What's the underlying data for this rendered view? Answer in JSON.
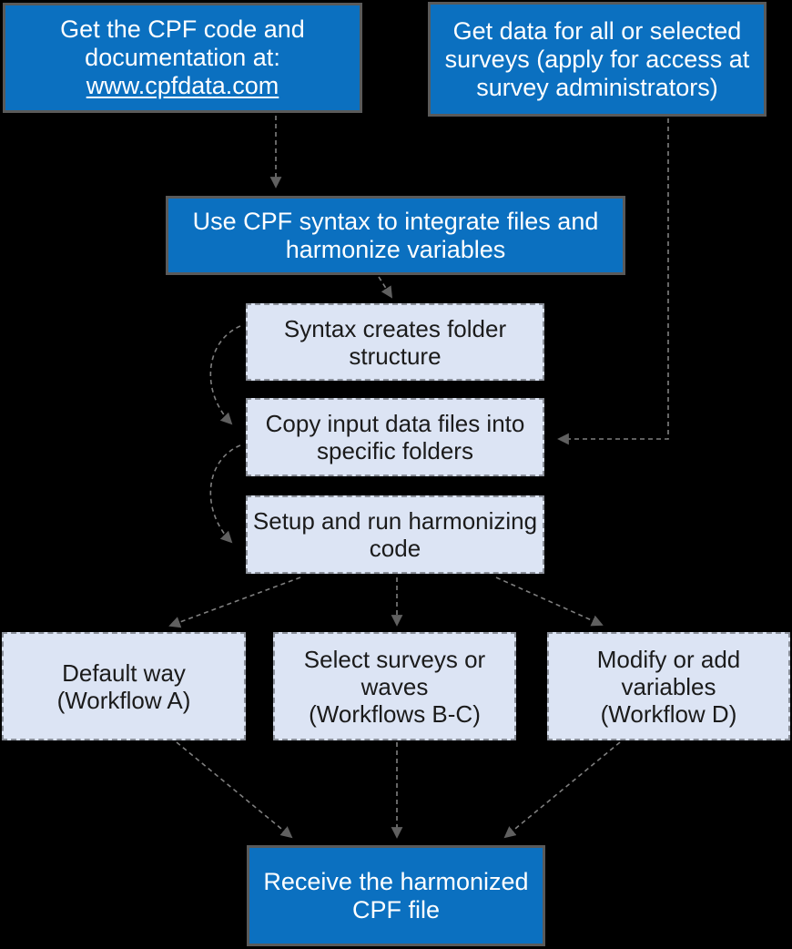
{
  "diagram": {
    "nodes": {
      "cpf_code": {
        "lines": [
          "Get the CPF code and",
          "documentation at:"
        ],
        "link": "www.cpfdata.com"
      },
      "get_data": {
        "lines": [
          "Get data for all or selected",
          "surveys (apply for access at",
          "survey administrators)"
        ]
      },
      "use_syntax": {
        "lines": [
          "Use CPF syntax to integrate files and",
          "harmonize variables"
        ]
      },
      "folder_structure": {
        "lines": [
          "Syntax creates folder",
          "structure"
        ]
      },
      "copy_files": {
        "lines": [
          "Copy input data files into",
          "specific folders"
        ]
      },
      "setup_run": {
        "lines": [
          "Setup and run harmonizing",
          "code"
        ]
      },
      "default_way": {
        "lines": [
          "Default way",
          "(Workflow A)"
        ]
      },
      "select_surveys": {
        "lines": [
          "Select surveys or",
          "waves",
          "(Workflows B-C)"
        ]
      },
      "modify_vars": {
        "lines": [
          "Modify or add",
          "variables",
          "(Workflow D)"
        ]
      },
      "receive": {
        "lines": [
          "Receive the harmonized",
          "CPF file"
        ]
      }
    },
    "connectors": [
      {
        "id": "arrow-cpf-code-to-use-syntax",
        "from": "cpf_code",
        "to": "use_syntax",
        "style": "straight"
      },
      {
        "id": "arrow-use-syntax-to-folder-structure",
        "from": "use_syntax",
        "to": "folder_structure",
        "style": "straight"
      },
      {
        "id": "arrow-folder-structure-to-copy-files",
        "from": "folder_structure",
        "to": "copy_files",
        "style": "curve"
      },
      {
        "id": "arrow-copy-files-to-setup-run",
        "from": "copy_files",
        "to": "setup_run",
        "style": "curve"
      },
      {
        "id": "arrow-get-data-to-copy-files",
        "from": "get_data",
        "to": "copy_files",
        "style": "elbow"
      },
      {
        "id": "arrow-setup-run-to-default-way",
        "from": "setup_run",
        "to": "default_way",
        "style": "straight"
      },
      {
        "id": "arrow-setup-run-to-select-surveys",
        "from": "setup_run",
        "to": "select_surveys",
        "style": "straight"
      },
      {
        "id": "arrow-setup-run-to-modify-vars",
        "from": "setup_run",
        "to": "modify_vars",
        "style": "straight"
      },
      {
        "id": "arrow-default-way-to-receive",
        "from": "default_way",
        "to": "receive",
        "style": "straight"
      },
      {
        "id": "arrow-select-surveys-to-receive",
        "from": "select_surveys",
        "to": "receive",
        "style": "straight"
      },
      {
        "id": "arrow-modify-vars-to-receive",
        "from": "modify_vars",
        "to": "receive",
        "style": "straight"
      }
    ],
    "colors": {
      "background": "#000000",
      "primary_fill": "#0b70c0",
      "primary_border": "#5a5a5a",
      "text_on_primary": "#ffffff",
      "secondary_fill": "#dce4f4",
      "secondary_border": "#8b909a",
      "text_on_secondary": "#1b1b1b",
      "connector": "#7f7f7f",
      "connector_head": "#606060"
    }
  }
}
